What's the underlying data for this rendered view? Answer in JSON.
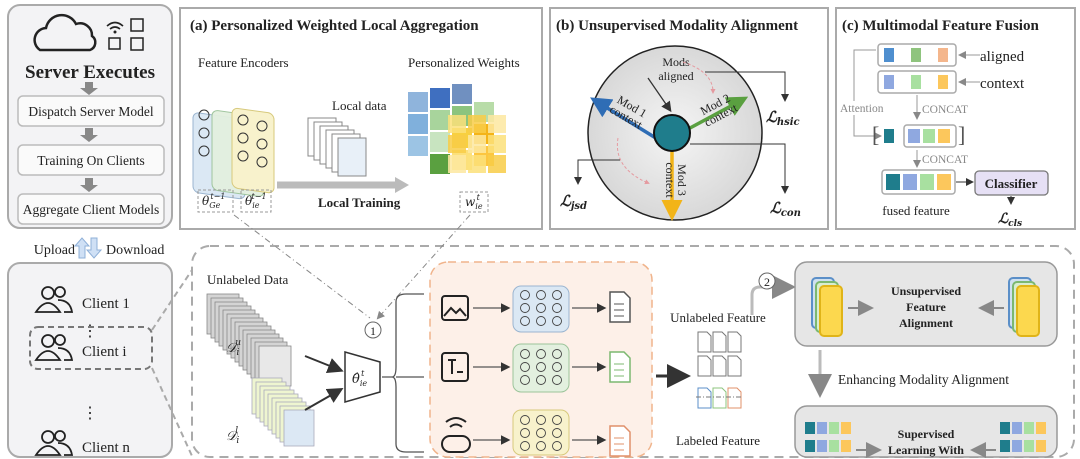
{
  "server": {
    "title": "Server Executes",
    "steps": [
      "Dispatch Server Model",
      "Training On Clients",
      "Aggregate Client Models"
    ],
    "icons": [
      "cloud-icon",
      "wifi-icon",
      "floppy-icon",
      "chip-icon",
      "router-icon"
    ]
  },
  "transfer": {
    "upload": "Upload",
    "download": "Download"
  },
  "clients": {
    "items": [
      "Client 1",
      "⋮",
      "Client i",
      "⋮",
      "Client n"
    ]
  },
  "panel_a": {
    "title": "(a) Personalized Weighted Local Aggregation",
    "feature_encoders": "Feature Encoders",
    "local_data": "Local data",
    "personalized_weights": "Personalized Weights",
    "local_training": "Local Training",
    "theta_ge": "θ",
    "theta_ge_sub": "Ge",
    "theta_ge_sup": "t−1",
    "theta_ie": "θ",
    "theta_ie_sub": "ie",
    "theta_ie_sup": "t−1",
    "w": "w",
    "w_sub": "ie",
    "w_sup": "t"
  },
  "panel_b": {
    "title": "(b) Unsupervised Modality Alignment",
    "mods_aligned": [
      "Mods",
      "aligned"
    ],
    "mod1": [
      "Mod 1",
      "context"
    ],
    "mod2": [
      "Mod 2",
      "context"
    ],
    "mod3": [
      "Mod 3",
      "context"
    ],
    "loss_hsic": "ℒ",
    "loss_hsic_sub": "hsic",
    "loss_jsd": "ℒ",
    "loss_jsd_sub": "jsd",
    "loss_con": "ℒ",
    "loss_con_sub": "con",
    "colors": {
      "mod1": "#2f6db5",
      "mod2": "#5aa040",
      "mod3": "#f2b418",
      "center": "#1f7d8c"
    }
  },
  "panel_c": {
    "title": "(c) Multimodal Feature Fusion",
    "aligned": "aligned",
    "context": "context",
    "attention": "Attention",
    "concat1": "CONCAT",
    "concat2": "CONCAT",
    "classifier": "Classifier",
    "fused_feature": "fused feature",
    "loss_cls": "ℒ",
    "loss_cls_sub": "cls"
  },
  "local": {
    "unlabeled_data": "Unlabeled Data",
    "d_u": "𝒟",
    "d_u_sub": "i",
    "d_u_sup": "u",
    "d_l": "𝒟",
    "d_l_sub": "i",
    "d_l_sup": "l",
    "theta_hat": "θ̂",
    "theta_hat_sub": "ie",
    "theta_hat_sup": "t",
    "step1": "1",
    "step2": "2",
    "modality_icons": [
      "image-icon",
      "text-icon",
      "sensor-icon"
    ],
    "unlabeled_feature": "Unlabeled Feature",
    "labeled_feature": "Labeled Feature",
    "unsupervised_box": [
      "Unsupervised",
      "Feature",
      "Alignment"
    ],
    "enhancing": "Enhancing Modality Alignment",
    "supervised_box": [
      "Supervised",
      "Learning With"
    ]
  }
}
